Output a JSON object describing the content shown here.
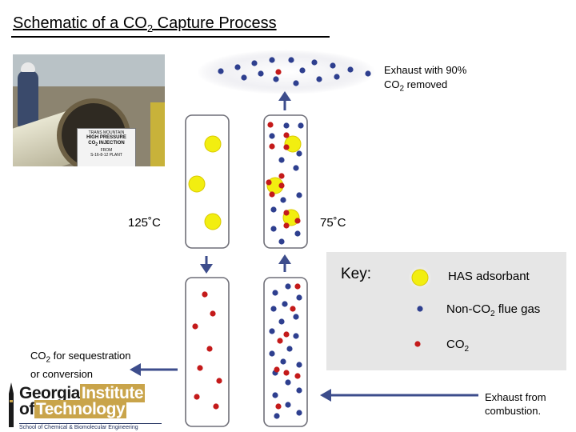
{
  "title": {
    "prefix": "Schematic of a CO",
    "sub": "2",
    "suffix": " Capture Process"
  },
  "photo": {
    "sign_line1": "TRANS MOUNTAIN",
    "sign_line2": "HIGH PRESSURE",
    "sign_line3": "CO",
    "sign_line3_sub": "2",
    "sign_line3_suffix": " INJECTION",
    "sign_line4": "FROM",
    "sign_line5": "S-16-8-12 PLANT"
  },
  "labels": {
    "exhaust_out_line1": "Exhaust with 90%",
    "exhaust_out_line2_prefix": "CO",
    "exhaust_out_line2_sub": "2",
    "exhaust_out_line2_suffix": " removed",
    "temp_hot": "125˚C",
    "temp_cool": "75˚C",
    "co2_out_prefix": "CO",
    "co2_out_sub": "2",
    "co2_out_suffix": " for sequestration",
    "co2_out_line2": "or conversion",
    "exhaust_in_line1": "Exhaust from",
    "exhaust_in_line2": "combustion."
  },
  "key": {
    "title": "Key:",
    "items": [
      {
        "label": "HAS adsorbant"
      },
      {
        "label_prefix": "Non-CO",
        "label_sub": "2",
        "label_suffix": " flue gas"
      },
      {
        "label_prefix": "CO",
        "label_sub": "2",
        "label_suffix": ""
      }
    ]
  },
  "logo": {
    "line1_dark": "Georgia",
    "line1_gold": "Institute",
    "line2_dark": "of",
    "line2_gold": "Technology",
    "school": "School of Chemical & Biomolecular Engineering"
  },
  "colors": {
    "adsorbant": "#f2ee10",
    "adsorbant_glow": "#faf3a0",
    "flue_gas": "#2e3f8f",
    "co2": "#c41a1a",
    "arrow": "#3d4d8c",
    "key_bg": "#e6e6e6"
  }
}
